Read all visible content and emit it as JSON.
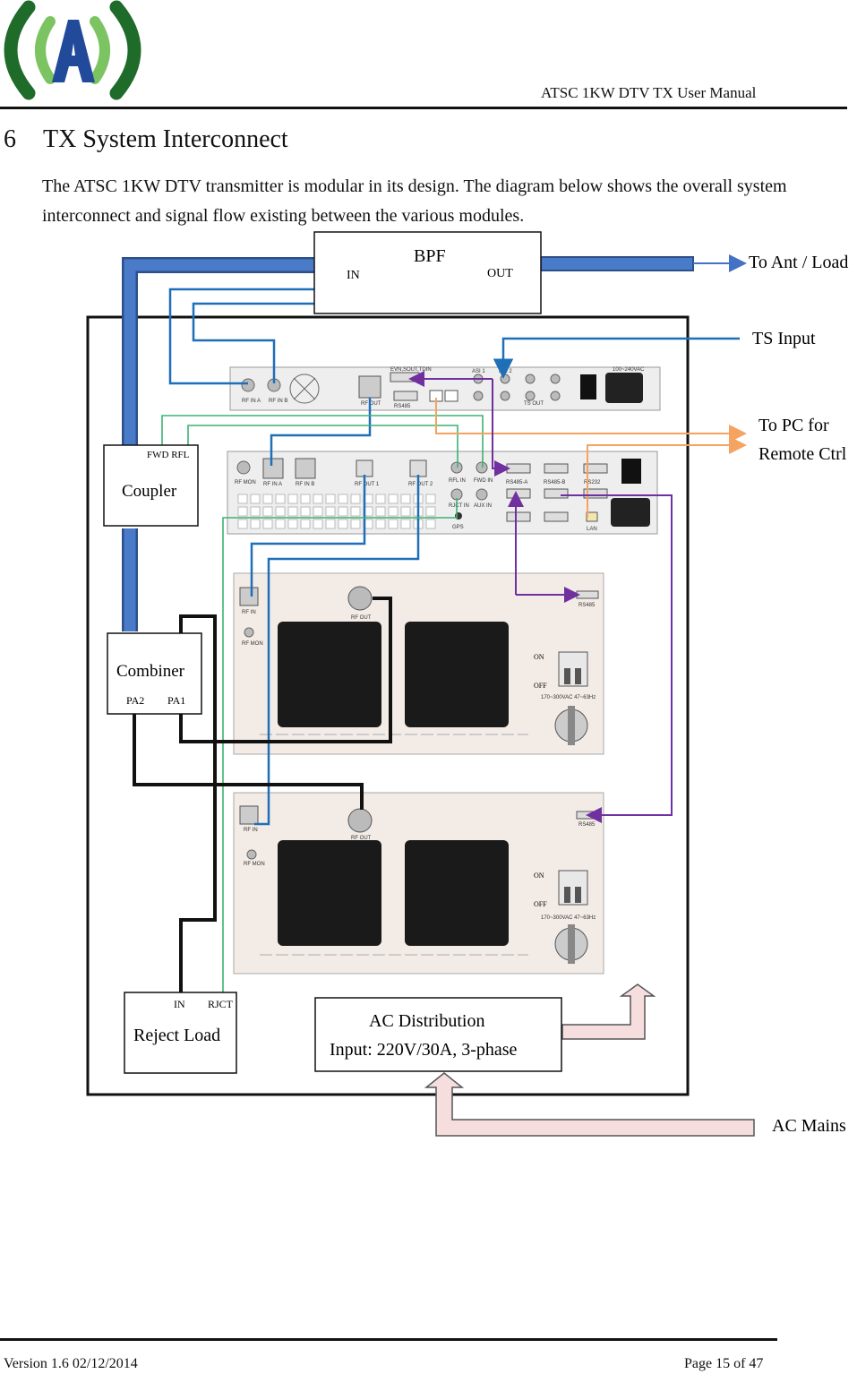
{
  "header": {
    "title": "ATSC 1KW DTV TX User Manual"
  },
  "section": {
    "number": "6",
    "title": "TX System Interconnect"
  },
  "intro": "The ATSC 1KW DTV transmitter is modular in its design. The diagram below shows the overall system interconnect and signal flow existing between the various modules.",
  "diagram": {
    "bpf": {
      "label": "BPF",
      "in": "IN",
      "out": "OUT"
    },
    "coupler": {
      "label": "Coupler",
      "ports": "FWD RFL"
    },
    "combiner": {
      "label": "Combiner",
      "pa2": "PA2",
      "pa1": "PA1"
    },
    "reject_load": {
      "label": "Reject Load",
      "in": "IN",
      "rjct": "RJCT"
    },
    "ac_distribution": {
      "label": "AC Distribution",
      "input": "Input: 220V/30A, 3-phase"
    },
    "external": {
      "ant": "To Ant / Load",
      "ts": "TS Input",
      "pc_line1": "To PC for",
      "pc_line2": "Remote Ctrl",
      "mains": "AC Mains"
    },
    "exciter_panel": {
      "rf_in_a": "RF IN A",
      "rf_in_b": "RF IN B",
      "rf_out": "RF OUT",
      "sync": "EVN,SOUT,TDIN",
      "rs485": "RS485",
      "asi1": "ASI 1",
      "asi2": "ASI 2",
      "ts_out": "TS OUT",
      "ac": "100~240VAC"
    },
    "control_panel": {
      "rf_mon": "RF MON",
      "rf_in_a": "RF IN A",
      "rf_in_b": "RF IN B",
      "rf_out1": "RF OUT 1",
      "rf_out2": "RF OUT 2",
      "rfl_in": "RFL IN",
      "fwd_in": "FWD IN",
      "rjct_in": "RJCT IN",
      "aux_in": "AUX IN",
      "rs485a": "RS485-A",
      "rs485b": "RS485-B",
      "rs232": "RS232",
      "lan": "LAN",
      "gps": "GPS"
    },
    "pa_panel": {
      "rf_in": "RF IN",
      "rf_mon": "RF MON",
      "rf_out": "RF OUT",
      "rs485": "RS485",
      "on": "ON",
      "off": "OFF",
      "rating": "170~300VAC 47~63Hz"
    }
  },
  "colors": {
    "rf": "#4472c4",
    "ctrl": "#7030a0",
    "lan": "#f4a460",
    "ts": "#1f6fb8",
    "green": "#3cb371"
  },
  "footer": {
    "version": "Version 1.6 02/12/2014",
    "page": "Page 15 of 47"
  }
}
